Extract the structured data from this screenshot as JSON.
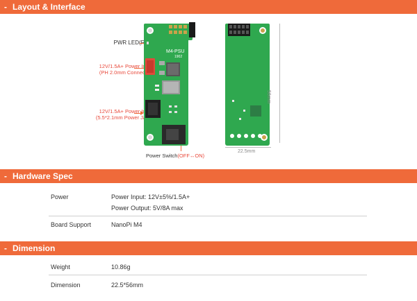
{
  "sections": {
    "layout": "Layout & Interface",
    "hardware": "Hardware Spec",
    "dimension": "Dimension"
  },
  "annotations": {
    "pwr_led": "PWR LED(Red)",
    "power_input_ph_line1": "12V/1.5A+ Power Input",
    "power_input_ph_line2": "(PH 2.0mm Connector)",
    "power_input_jack_line1": "12V/1.5A+ Power Input",
    "power_input_jack_line2": "(5.5*2.1mm Power Jack)",
    "switch_prefix": "Power Switch",
    "switch_suffix": "(OFF↔ON)"
  },
  "board": {
    "silk_title": "M4-PSU",
    "silk_version": "1902",
    "width_label": "22.5mm",
    "height_label": "56mm"
  },
  "hardware_spec": {
    "power_key": "Power",
    "power_input": "Power Input: 12V±5%/1.5A+",
    "power_output": "Power Output: 5V/8A max",
    "board_support_key": "Board Support",
    "board_support_val": "NanoPi M4"
  },
  "dimension": {
    "weight_key": "Weight",
    "weight_val": "10.86g",
    "dimension_key": "Dimension",
    "dimension_val": "22.5*56mm"
  },
  "colors": {
    "accent": "#ef6a3a",
    "pcb": "#2fa84f",
    "annotation_red": "#e8483a"
  }
}
